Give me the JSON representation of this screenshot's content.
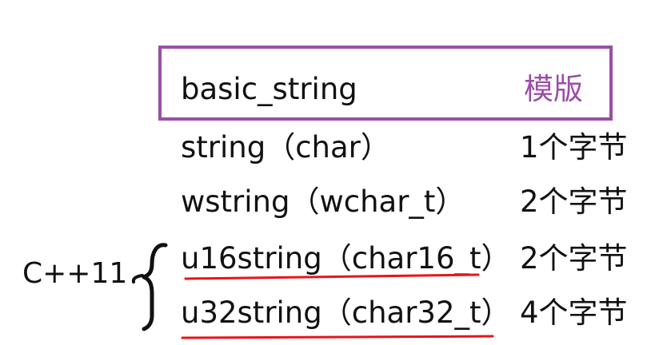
{
  "header": {
    "name": "basic_string",
    "label": "模版"
  },
  "rows": [
    {
      "type": "string（char）",
      "size": "1个字节"
    },
    {
      "type": "wstring（wchar_t）",
      "size": "2个字节"
    },
    {
      "type": "u16string（char16_t）",
      "size": "2个字节"
    },
    {
      "type": "u32string（char32_t）",
      "size": "4个字节"
    }
  ],
  "annotation": {
    "label": "C++11"
  },
  "colors": {
    "box": "#9a4ea6",
    "label": "#9a4ea6",
    "underline": "#e8141b"
  }
}
